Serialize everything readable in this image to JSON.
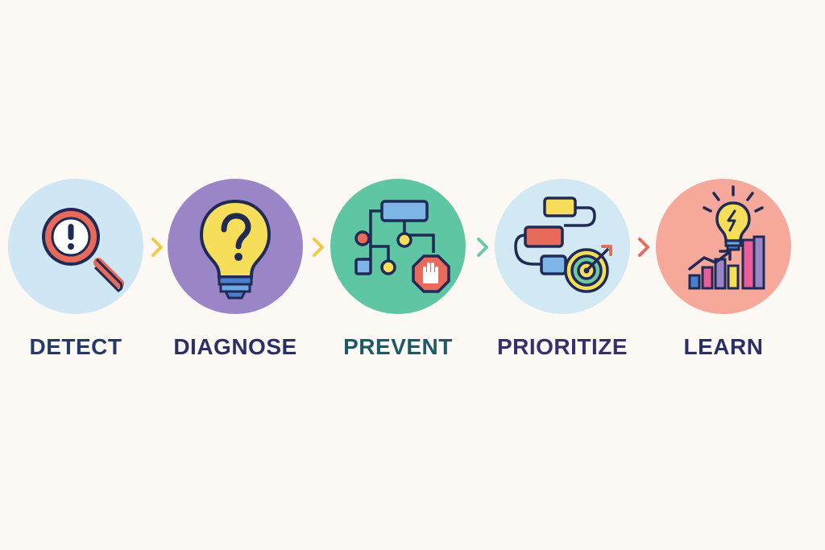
{
  "steps": [
    {
      "label": "DETECT",
      "icon": "magnifier-exclamation-icon",
      "circle_color": "#cfe6f4",
      "label_color": "#243a68"
    },
    {
      "label": "DIAGNOSE",
      "icon": "lightbulb-question-icon",
      "circle_color": "#9a86c6",
      "label_color": "#2a2f66"
    },
    {
      "label": "PREVENT",
      "icon": "flowchart-stop-hand-icon",
      "circle_color": "#5ec6a3",
      "label_color": "#1e5a66"
    },
    {
      "label": "PRIORITIZE",
      "icon": "flow-target-icon",
      "circle_color": "#d2e8f2",
      "label_color": "#3a2f6e"
    },
    {
      "label": "LEARN",
      "icon": "lightbulb-growth-chart-icon",
      "circle_color": "#f6a89b",
      "label_color": "#2a2f66"
    }
  ],
  "connectors": [
    {
      "icon": "chevron-right-icon",
      "color": "#f2c94c"
    },
    {
      "icon": "chevron-right-icon",
      "color": "#f2c94c"
    },
    {
      "icon": "chevron-right-icon",
      "color": "#6cc9a8"
    },
    {
      "icon": "chevron-right-icon",
      "color": "#e86b5f"
    }
  ]
}
